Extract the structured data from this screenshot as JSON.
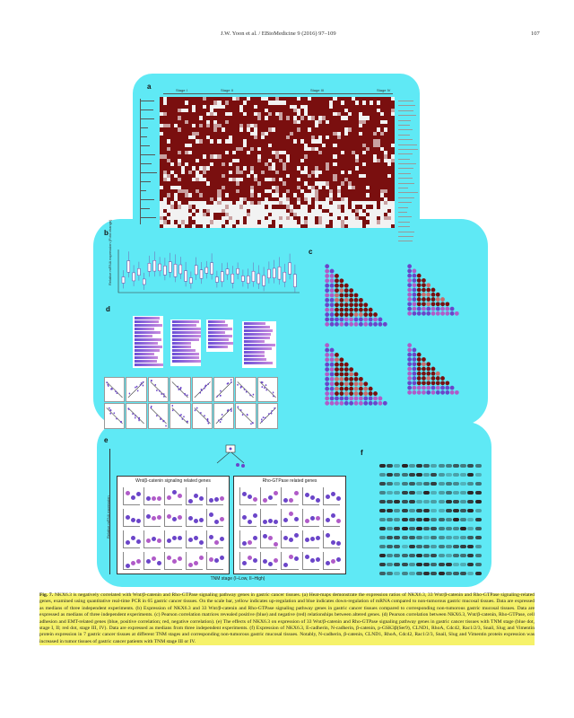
{
  "header": {
    "journal": "J.W. Yoon et al. / EBioMedicine 9 (2016) 97–109",
    "page_number": "107"
  },
  "panels": {
    "a": "a",
    "b": "b",
    "c": "c",
    "d": "d",
    "e": "e",
    "f": "f"
  },
  "panel_a": {
    "stages": [
      "Stage I",
      "Stage II",
      "Stage III",
      "Stage IV"
    ]
  },
  "panel_b": {
    "ylabel": "Relative mRNA expression (Fold change)"
  },
  "panel_e": {
    "ylabel": "Relative mRNA expression",
    "left_title": "Wnt/β-catenin signaling related genes",
    "right_title": "Rho-GTPase related genes",
    "xlabel": "TNM stage (I–Low, II–High)"
  },
  "colors": {
    "highlight": "#5fe9f5",
    "caption_highlight": "#f6f26a",
    "heat_dark": "#7a0f0f",
    "heat_light": "#f2f2f2",
    "violet": "#6b45c9"
  },
  "caption": {
    "label": "Fig. 7.",
    "text": "NKX6.3 is negatively correlated with Wnt/β-catenin and Rho-GTPase signaling pathway genes in gastric cancer tissues. (a) Heat-maps demonstrate the expression ratios of NKX6.3, 33 Wnt/β-catenin and Rho-GTPase signaling-related genes, examined using quantitative real-time PCR in 65 gastric cancer tissues. On the scale bar, yellow indicates up-regulation and blue indicates down-regulation of mRNA compared to non-tumorous gastric mucosal tissues. Data are expressed as medians of three independent experiments. (b) Expression of NKX6.3 and 33 Wnt/β-catenin and Rho-GTPase signaling pathway genes in gastric cancer tissues compared to corresponding non-tumorous gastric mucosal tissues. Data are expressed as medians of three independent experiments. (c) Pearson correlation matrices revealed positive (blue) and negative (red) relationships between altered genes. (d) Pearson correlation between NKX6.3, Wnt/β-catenin, Rho-GTPase, cell adhesion and EMT-related genes (blue, positive correlation; red, negative correlation). (e) The effects of NKX6.3 on expression of 33 Wnt/β-catenin and Rho-GTPase signaling pathway genes in gastric cancer tissues with TNM stage (blue dot, stage I, II; red dot, stage III, IV). Data are expressed as medians from three independent experiments. (f) Expression of NKX6.3, E-cadherin, N-cadherin, β-catenin, p-GSK3β(Ser9), CLND1, RhoA, Cdc42, Rac1/2/3, Snail, Slug and Vimentin protein expression in 7 gastric cancer tissues at different TNM stages and corresponding non-tumorous gastric mucosal tissues. Notably, N-cadherin, β-catenin, CLND1, RhoA, Cdc42, Rac1/2/3, Snail, Slug and Vimentin protein expression was increased in tumor tissues of gastric cancer patients with TNM stage III or IV."
  }
}
